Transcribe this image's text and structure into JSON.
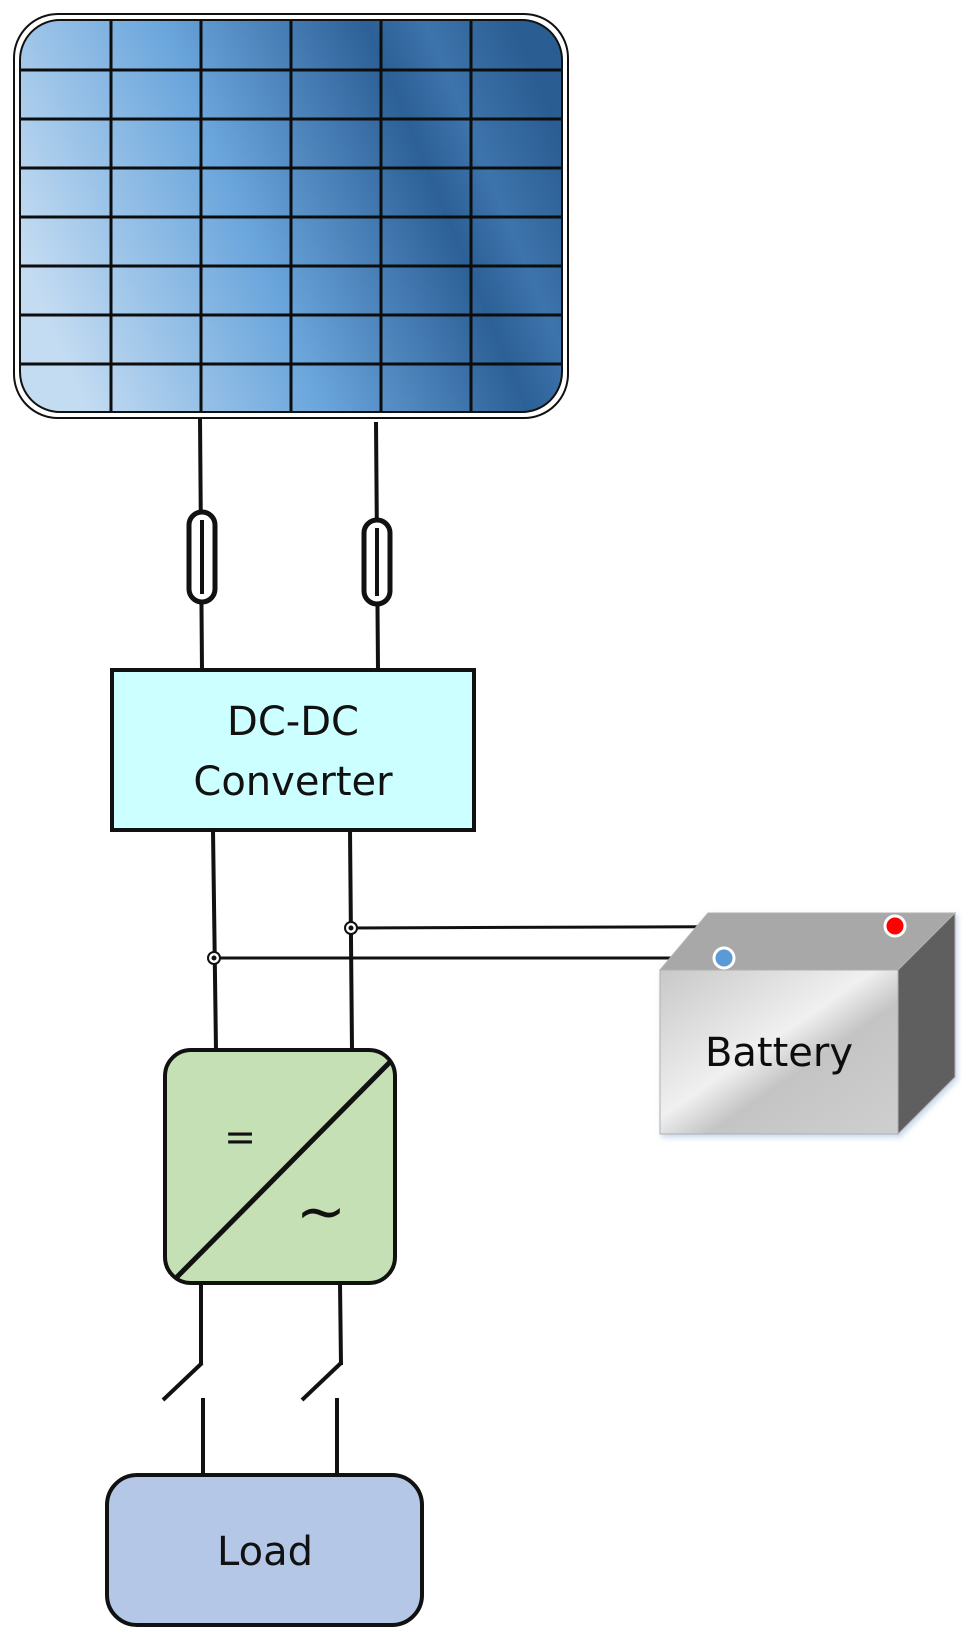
{
  "blocks": {
    "converter_line1": "DC-DC",
    "converter_line2": "Converter",
    "inverter_dc_symbol": "=",
    "inverter_ac_symbol": "~",
    "battery": "Battery",
    "load": "Load"
  },
  "colors": {
    "solar_panel_light": "#b9d4ef",
    "solar_panel_mid": "#5b9bd5",
    "solar_panel_dark": "#2a5d92",
    "converter_fill": "#ccffff",
    "inverter_fill": "#c5e0b4",
    "battery_fill": "#d3d3d3",
    "battery_side": "#606060",
    "load_fill": "#b4c7e7",
    "battery_positive": "#ff0000",
    "battery_negative": "#5b9bd5"
  }
}
